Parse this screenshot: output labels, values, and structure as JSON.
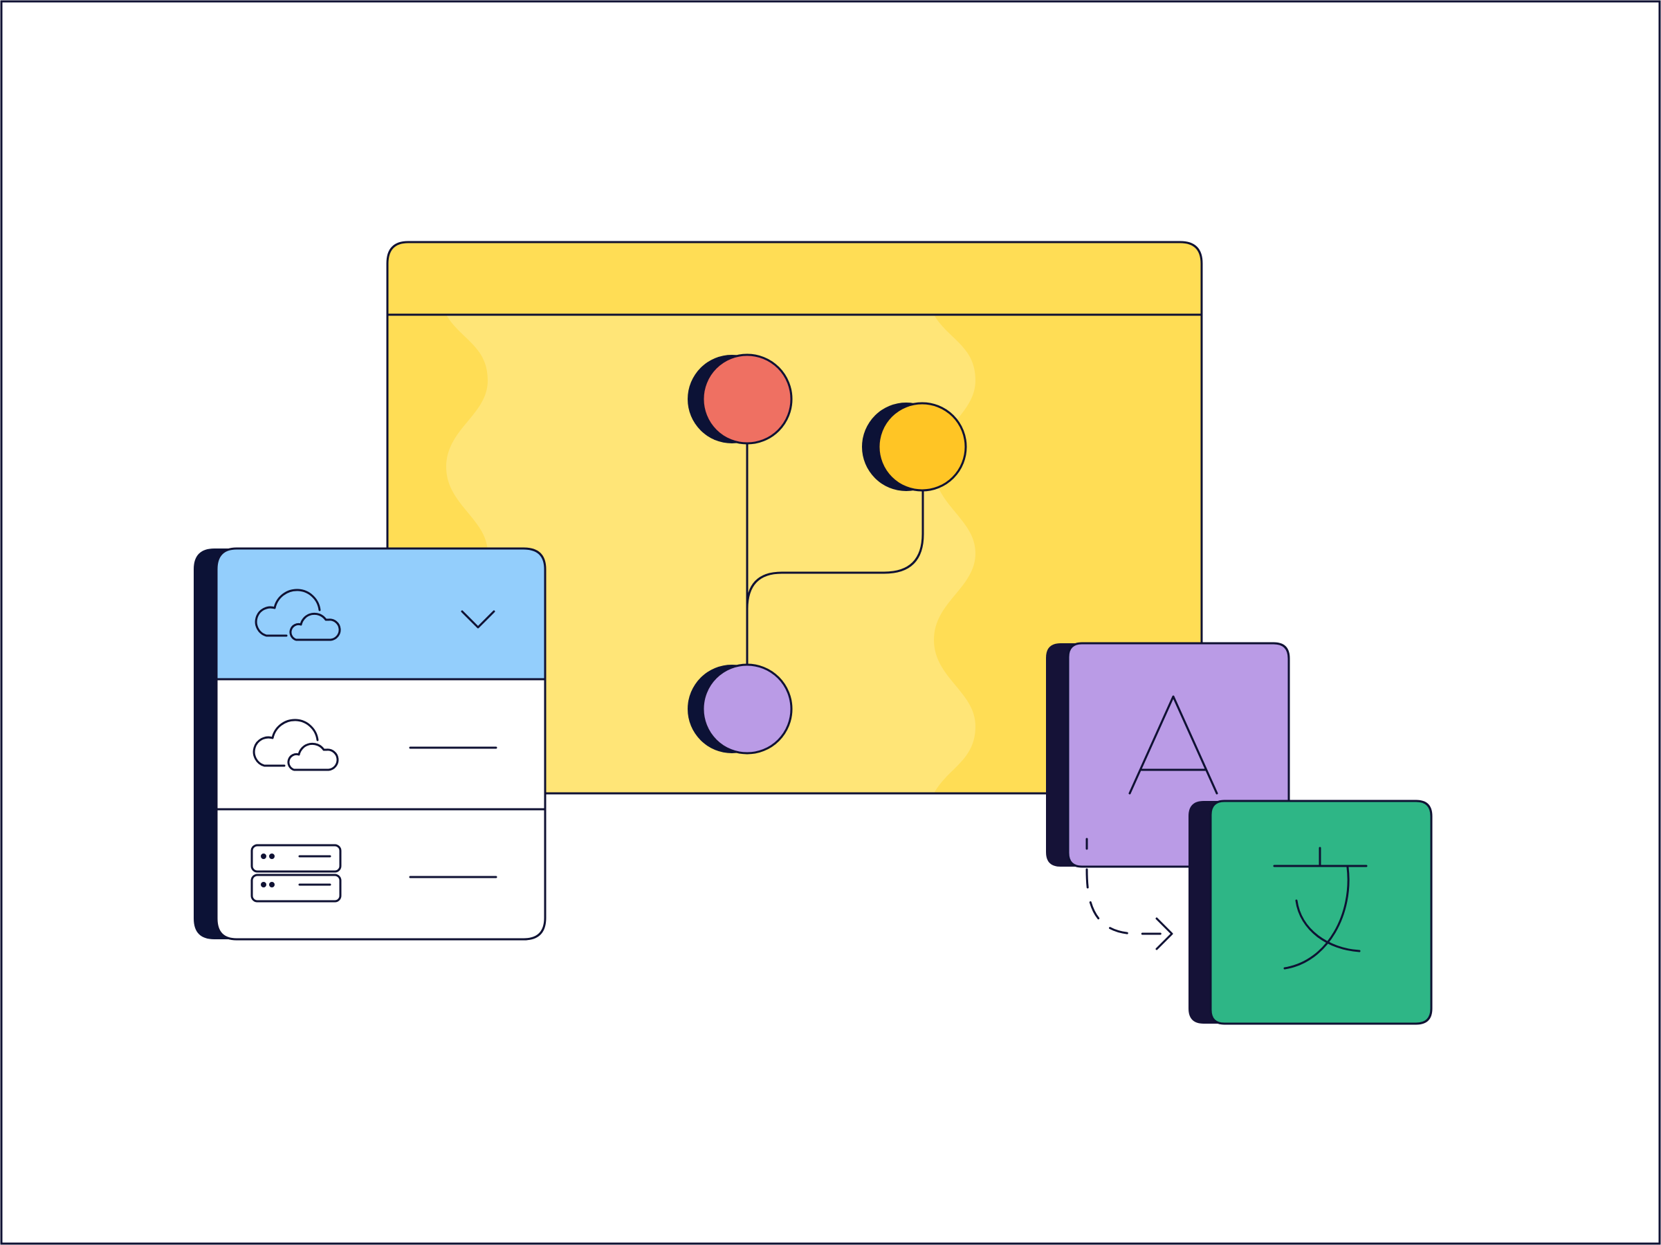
{
  "illustration": {
    "window": {
      "branch_nodes": [
        "red-node",
        "yellow-node",
        "purple-node"
      ]
    },
    "dropdown_list": {
      "rows": [
        {
          "icon": "cloud-icon",
          "control": "chevron-down-icon",
          "selected": true
        },
        {
          "icon": "cloud-icon",
          "control": "dash-line"
        },
        {
          "icon": "server-icon",
          "control": "dash-line"
        }
      ]
    },
    "translation_cards": {
      "source_glyph": "A",
      "target_glyph": "文",
      "arrow": "dashed-arrow-icon"
    },
    "colors": {
      "outline": "#0f1133",
      "shadow": "#0c1236",
      "window_yellow": "#ffdd55",
      "window_inner_yellow": "#ffe577",
      "red_node": "#ef7062",
      "yellow_node": "#ffc525",
      "purple": "#ba9be6",
      "list_header_blue": "#93cefc",
      "green": "#2eb686"
    }
  }
}
